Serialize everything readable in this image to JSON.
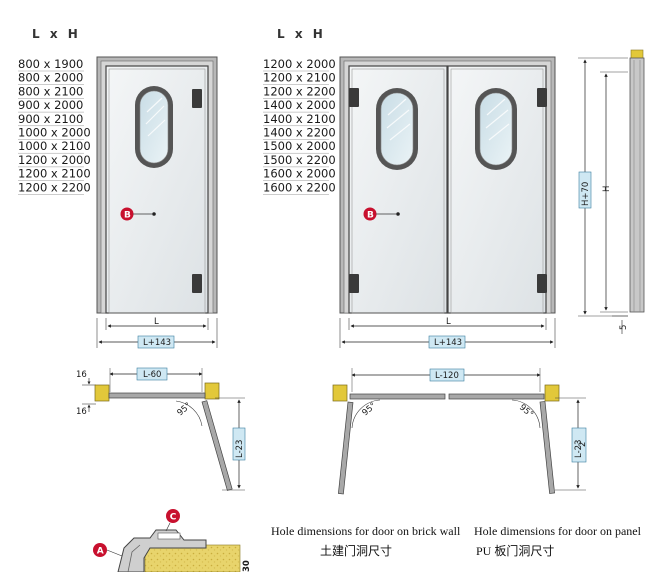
{
  "single_door": {
    "header": "L x H",
    "sizes": [
      "800 x 1900",
      "800 x 2000",
      "800 x 2100",
      "900 x 2000",
      "900 x 2100",
      "1000 x 2000",
      "1000 x 2100",
      "1200 x 2000",
      "1200 x 2100",
      "1200 x 2200"
    ],
    "width_label": "L",
    "outer_width_label": "L+143",
    "callout": "B"
  },
  "double_door": {
    "header": "L x H",
    "sizes": [
      "1200 x 2000",
      "1200 x 2100",
      "1200 x 2200",
      "1400 x 2000",
      "1400 x 2100",
      "1400 x 2200",
      "1500 x 2000",
      "1500 x 2200",
      "1600 x 2000",
      "1600 x 2200"
    ],
    "width_label": "L",
    "outer_width_label": "L+143",
    "callout": "B"
  },
  "side_view": {
    "height_label": "H",
    "outer_height_label": "H+70",
    "bottom_gap_label": "5"
  },
  "plan_single": {
    "top_dim": "16",
    "bottom_dim": "16",
    "width_dim": "L-60",
    "angle": "95°",
    "swing_dim": "L-23"
  },
  "plan_double": {
    "width_dim": "L-120",
    "angle_left": "95°",
    "angle_right": "95°",
    "swing_dim": "L-23",
    "swing_dim_sub": "2"
  },
  "detail": {
    "callout_a": "A",
    "callout_c": "C",
    "dim": "30"
  },
  "captions": {
    "brick_en": "Hole dimensions for door on brick wall",
    "brick_zh": "土建门洞尺寸",
    "panel_en": "Hole dimensions for door on panel",
    "panel_zh": "PU 板门洞尺寸"
  },
  "colors": {
    "frame": "#7a7a7a",
    "glass": "#e9ecee",
    "hinge": "#3a3a3a",
    "callout_red": "#c8102e",
    "dim_box": "#cfe8f3",
    "insulation": "#e6d36b"
  }
}
